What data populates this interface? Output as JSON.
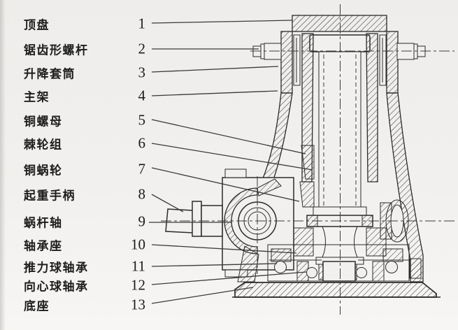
{
  "figure": {
    "description_name": "screw-jack-sectional-drawing",
    "colors": {
      "ink": "#2b2b2b",
      "paper": "#f2f0ee"
    },
    "parts": [
      {
        "number": "1",
        "label": "顶盘"
      },
      {
        "number": "2",
        "label": "锯齿形螺杆"
      },
      {
        "number": "3",
        "label": "升降套筒"
      },
      {
        "number": "4",
        "label": "主架"
      },
      {
        "number": "5",
        "label": "铜螺母"
      },
      {
        "number": "6",
        "label": "棘轮组"
      },
      {
        "number": "7",
        "label": "铜蜗轮"
      },
      {
        "number": "8",
        "label": "起重手柄"
      },
      {
        "number": "9",
        "label": "蜗杆轴"
      },
      {
        "number": "10",
        "label": "轴承座"
      },
      {
        "number": "11",
        "label": "推力球轴承"
      },
      {
        "number": "12",
        "label": "向心球轴承"
      },
      {
        "number": "13",
        "label": "底座"
      }
    ]
  }
}
